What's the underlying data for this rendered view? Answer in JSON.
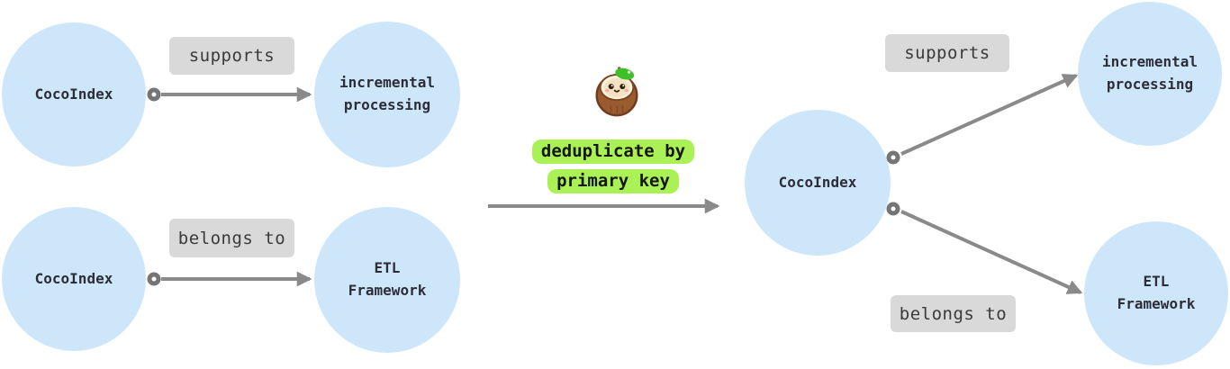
{
  "diagram": {
    "before": {
      "rows": [
        {
          "source": "CocoIndex",
          "relation": "supports",
          "target": "incremental\nprocessing"
        },
        {
          "source": "CocoIndex",
          "relation": "belongs to",
          "target": "ETL\nFramework"
        }
      ]
    },
    "operation": {
      "mascot": "cocoindex-coconut-mascot",
      "label": "deduplicate by\nprimary key"
    },
    "after": {
      "source": "CocoIndex",
      "edges": [
        {
          "relation": "supports",
          "target": "incremental\nprocessing"
        },
        {
          "relation": "belongs to",
          "target": "ETL\nFramework"
        }
      ]
    }
  },
  "colors": {
    "node_fill": "#cde6fa",
    "node_text": "#2d2d38",
    "edge_label_bg": "#d9d9d9",
    "edge_label_text": "#3a3a3a",
    "arrow": "#8a8a8a",
    "ring": "#757575",
    "highlight_bg": "#a9f154",
    "highlight_text": "#161616",
    "bg": "#ffffff"
  }
}
